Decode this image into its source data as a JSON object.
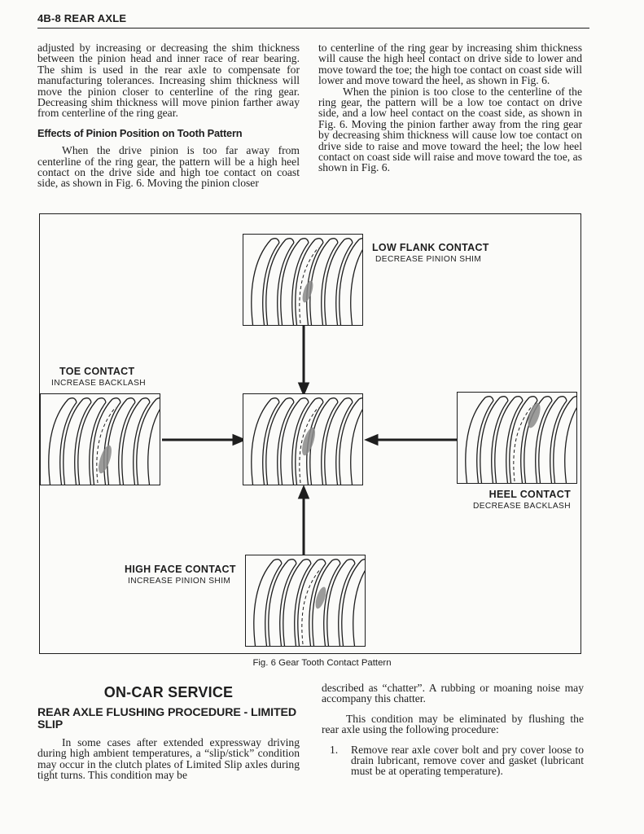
{
  "header": {
    "title": "4B-8  REAR AXLE"
  },
  "left_column": {
    "para1": "adjusted by increasing or decreasing the shim thickness between the pinion head and inner race of rear bearing. The shim is used in the rear axle to compensate for manufacturing tolerances. Increasing shim thickness will move the pinion closer to centerline of the ring gear. Decreasing shim thickness will move pinion farther away from centerline of the ring gear.",
    "subheading": "Effects of Pinion Position on Tooth Pattern",
    "para2": "When the drive pinion is too far away from centerline of the ring gear, the pattern will be a high heel contact on the drive side and high toe contact on coast side, as shown in Fig. 6. Moving the pinion closer"
  },
  "right_column": {
    "para1": "to centerline of the ring gear by increasing shim thickness will cause the high heel contact on drive side to lower and move toward the toe; the high toe contact on coast side will lower and move toward the heel, as shown in Fig. 6.",
    "para2": "When the pinion is too close to the centerline of the ring gear, the pattern will be a low toe contact on drive side, and a low heel contact on the coast side, as shown in Fig. 6. Moving the pinion farther away from the ring gear by decreasing shim thickness will cause low toe contact on drive side to raise and move toward the heel; the low heel contact on coast side will raise and move toward the toe, as shown in Fig. 6."
  },
  "figure": {
    "top": {
      "title": "LOW FLANK CONTACT",
      "sub": "DECREASE PINION SHIM"
    },
    "left": {
      "title": "TOE CONTACT",
      "sub": "INCREASE BACKLASH"
    },
    "right": {
      "title": "HEEL CONTACT",
      "sub": "DECREASE BACKLASH"
    },
    "bottom": {
      "title": "HIGH FACE CONTACT",
      "sub": "INCREASE PINION SHIM"
    },
    "caption": "Fig. 6 Gear Tooth Contact Pattern"
  },
  "on_car": {
    "section_title": "ON-CAR SERVICE",
    "procedure_title": "REAR AXLE FLUSHING PROCEDURE - LIMITED SLIP",
    "para1": "In some cases after extended expressway driving during high ambient temperatures, a “slip/stick” condition may occur in the clutch plates of Limited Slip axles during tight turns. This condition may be",
    "para2": "described as “chatter”. A rubbing or moaning noise may accompany this chatter.",
    "para3": "This condition may be eliminated by flushing the rear axle using the following procedure:",
    "step1_num": "1.",
    "step1_text": "Remove rear axle cover bolt and pry cover loose to drain lubricant, remove cover and gasket (lubricant must be at operating temperature)."
  }
}
